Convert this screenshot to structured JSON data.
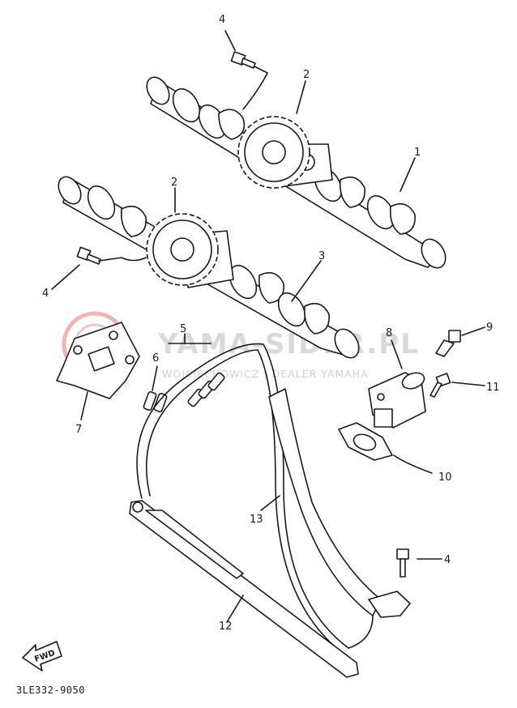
{
  "diagram_code": "3LE332-9050",
  "fwd_label": "FWD",
  "watermark": {
    "brand": "YAMA-SIDER.PL",
    "subtitle": "WOJCIECHOWICZ | DEALER YAMAHA"
  },
  "callouts": [
    {
      "id": "c4a",
      "label": "4"
    },
    {
      "id": "c2a",
      "label": "2"
    },
    {
      "id": "c1",
      "label": "1"
    },
    {
      "id": "c2b",
      "label": "2"
    },
    {
      "id": "c4b",
      "label": "4"
    },
    {
      "id": "c3",
      "label": "3"
    },
    {
      "id": "c5",
      "label": "5"
    },
    {
      "id": "c6",
      "label": "6"
    },
    {
      "id": "c7",
      "label": "7"
    },
    {
      "id": "c8",
      "label": "8"
    },
    {
      "id": "c9",
      "label": "9"
    },
    {
      "id": "c11",
      "label": "11"
    },
    {
      "id": "c10",
      "label": "10"
    },
    {
      "id": "c13",
      "label": "13"
    },
    {
      "id": "c4c",
      "label": "4"
    },
    {
      "id": "c12",
      "label": "12"
    }
  ],
  "colors": {
    "line": "#1a1a1a",
    "watermark": "#d9d9d9",
    "watermark_logo": "#f2b3b3"
  }
}
